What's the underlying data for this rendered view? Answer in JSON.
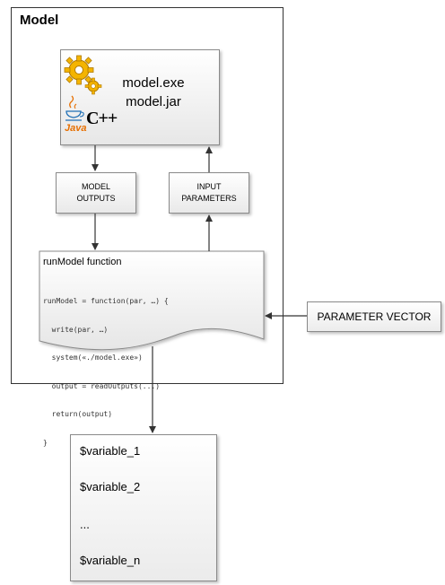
{
  "model": {
    "title": "Model"
  },
  "executable": {
    "line1": "model.exe",
    "line2": "model.jar",
    "java_logo": "Java",
    "cpp_logo": "C++"
  },
  "boxes": {
    "outputs": [
      "MODEL",
      "OUTPUTS"
    ],
    "inputs": [
      "INPUT",
      "PARAMETERS"
    ]
  },
  "run_model": {
    "title": "runModel function",
    "code": [
      "runModel = function(par, …) {",
      "  write(par, …)",
      "  system(«./model.exe»)",
      "  output = readOutputs(...)",
      "  return(output)",
      "}"
    ]
  },
  "parameter_vector": "PARAMETER VECTOR",
  "outputs_list": [
    "$variable_1",
    "$variable_2",
    "...",
    "$variable_n"
  ],
  "colors": {
    "border": "#8a8a8a",
    "gear": "#f4b400",
    "java": "#e76f00"
  }
}
